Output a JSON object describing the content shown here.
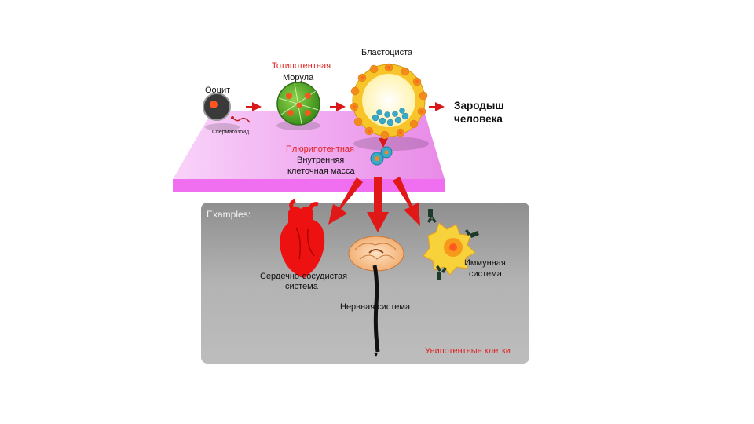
{
  "labels": {
    "oocyte": "Ооцит",
    "sperm": "Сперматозоид",
    "totipotent": "Тотипотентная",
    "morula": "Морула",
    "blastocyst": "Бластоциста",
    "embryo_line1": "Зародыш",
    "embryo_line2": "человека",
    "pluripotent": "Плюрипотентная",
    "icm_line1": "Внутренняя",
    "icm_line2": "клеточная масса",
    "examples": "Examples:",
    "cardio_line1": "Сердечно-сосудистая",
    "cardio_line2": "система",
    "nervous": "Нервная система",
    "immune_line1": "Иммунная",
    "immune_line2": "система",
    "unipotent": "Унипотентные клетки"
  },
  "colors": {
    "accent_red": "#e02020",
    "platform_pink": "#f0a8f0",
    "panel_gray": "#a3a3a3",
    "heart_red": "#ee1111",
    "immune_orange": "#f7a31c"
  }
}
